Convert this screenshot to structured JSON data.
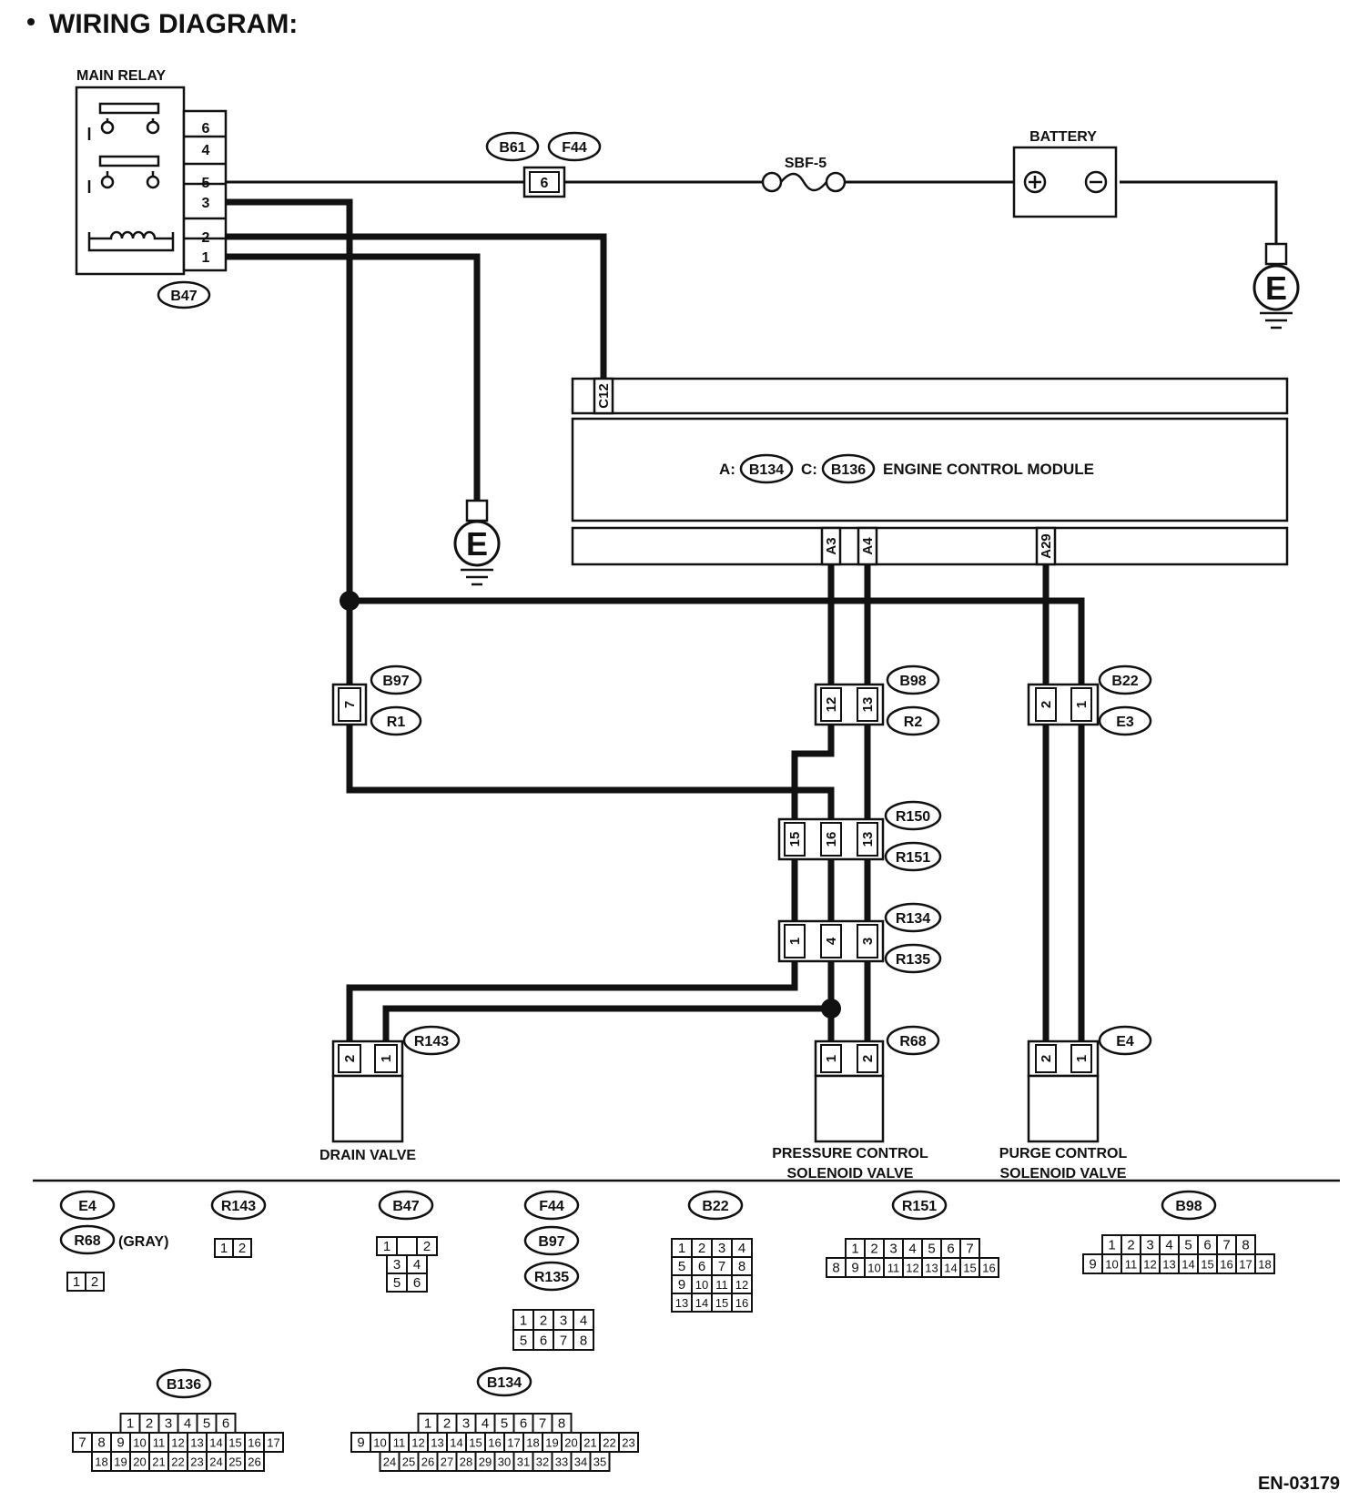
{
  "title": "WIRING DIAGRAM:",
  "page_code": "EN-03179",
  "colors": {
    "line": "#111111",
    "background": "#ffffff"
  },
  "labels": {
    "main_relay": "MAIN RELAY",
    "battery": "BATTERY",
    "fuse": "SBF-5",
    "ecm": "ENGINE CONTROL MODULE",
    "ecm_prefix_a": "A:",
    "ecm_prefix_c": "C:",
    "drain_valve": "DRAIN VALVE",
    "pcsv_line1": "PRESSURE CONTROL",
    "pcsv_line2": "SOLENOID VALVE",
    "purge_line1": "PURGE CONTROL",
    "purge_line2": "SOLENOID VALVE",
    "ground": "E",
    "gray": "(GRAY)",
    "battery_plus": "+",
    "battery_minus": "−"
  },
  "connector_ids": {
    "b47": "B47",
    "b61": "B61",
    "f44": "F44",
    "b134": "B134",
    "b136": "B136",
    "b97": "B97",
    "r1": "R1",
    "b98": "B98",
    "r2": "R2",
    "b22": "B22",
    "e3": "E3",
    "r150": "R150",
    "r151": "R151",
    "r134": "R134",
    "r135": "R135",
    "r143": "R143",
    "r68": "R68",
    "e4": "E4",
    "r135_b": "R135"
  },
  "pins": {
    "relay": [
      "6",
      "4",
      "5",
      "3",
      "2",
      "1"
    ],
    "fuse_b61": "6",
    "ecm_c12": "C12",
    "ecm_a3": "A3",
    "ecm_a4": "A4",
    "ecm_a29": "A29",
    "b97": "7",
    "b98": [
      "12",
      "13"
    ],
    "b22": [
      "2",
      "1"
    ],
    "r150": [
      "15",
      "16",
      "13"
    ],
    "r134": [
      "1",
      "4",
      "3"
    ],
    "r143": [
      "2",
      "1"
    ],
    "r68": [
      "1",
      "2"
    ],
    "e4": [
      "2",
      "1"
    ]
  },
  "connector_views": [
    {
      "ids": [
        "E4",
        "R68"
      ],
      "note": "(GRAY)",
      "rows": [
        [
          "1",
          "2"
        ]
      ]
    },
    {
      "ids": [
        "R143"
      ],
      "rows": [
        [
          "1",
          "2"
        ]
      ]
    },
    {
      "ids": [
        "B47"
      ],
      "rows": [
        [
          "1",
          "",
          "2"
        ],
        [
          "3",
          "4"
        ],
        [
          "5",
          "6"
        ]
      ]
    },
    {
      "ids": [
        "F44",
        "B97",
        "R135"
      ],
      "rows": [
        [
          "1",
          "2",
          "3",
          "4"
        ],
        [
          "5",
          "6",
          "7",
          "8"
        ]
      ]
    },
    {
      "ids": [
        "B22"
      ],
      "rows": [
        [
          "1",
          "2",
          "3",
          "4"
        ],
        [
          "5",
          "6",
          "7",
          "8"
        ],
        [
          "9",
          "10",
          "11",
          "12"
        ],
        [
          "13",
          "14",
          "15",
          "16"
        ]
      ]
    },
    {
      "ids": [
        "R151"
      ],
      "rows": [
        [
          "1",
          "2",
          "3",
          "4",
          "5",
          "6",
          "7"
        ],
        [
          "8",
          "9",
          "10",
          "11",
          "12",
          "13",
          "14",
          "15",
          "16"
        ]
      ]
    },
    {
      "ids": [
        "B98"
      ],
      "rows": [
        [
          "1",
          "2",
          "3",
          "4",
          "5",
          "6",
          "7",
          "8"
        ],
        [
          "9",
          "10",
          "11",
          "12",
          "13",
          "14",
          "15",
          "16",
          "17",
          "18"
        ]
      ]
    },
    {
      "ids": [
        "B136"
      ],
      "rows": [
        [
          "1",
          "2",
          "3",
          "4",
          "5",
          "6"
        ],
        [
          "7",
          "8",
          "9",
          "10",
          "11",
          "12",
          "13",
          "14",
          "15",
          "16",
          "17"
        ],
        [
          "18",
          "19",
          "20",
          "21",
          "22",
          "23",
          "24",
          "25",
          "26"
        ]
      ]
    },
    {
      "ids": [
        "B134"
      ],
      "rows": [
        [
          "1",
          "2",
          "3",
          "4",
          "5",
          "6",
          "7",
          "8"
        ],
        [
          "9",
          "10",
          "11",
          "12",
          "13",
          "14",
          "15",
          "16",
          "17",
          "18",
          "19",
          "20",
          "21",
          "22",
          "23"
        ],
        [
          "24",
          "25",
          "26",
          "27",
          "28",
          "29",
          "30",
          "31",
          "32",
          "33",
          "34",
          "35"
        ]
      ]
    }
  ]
}
